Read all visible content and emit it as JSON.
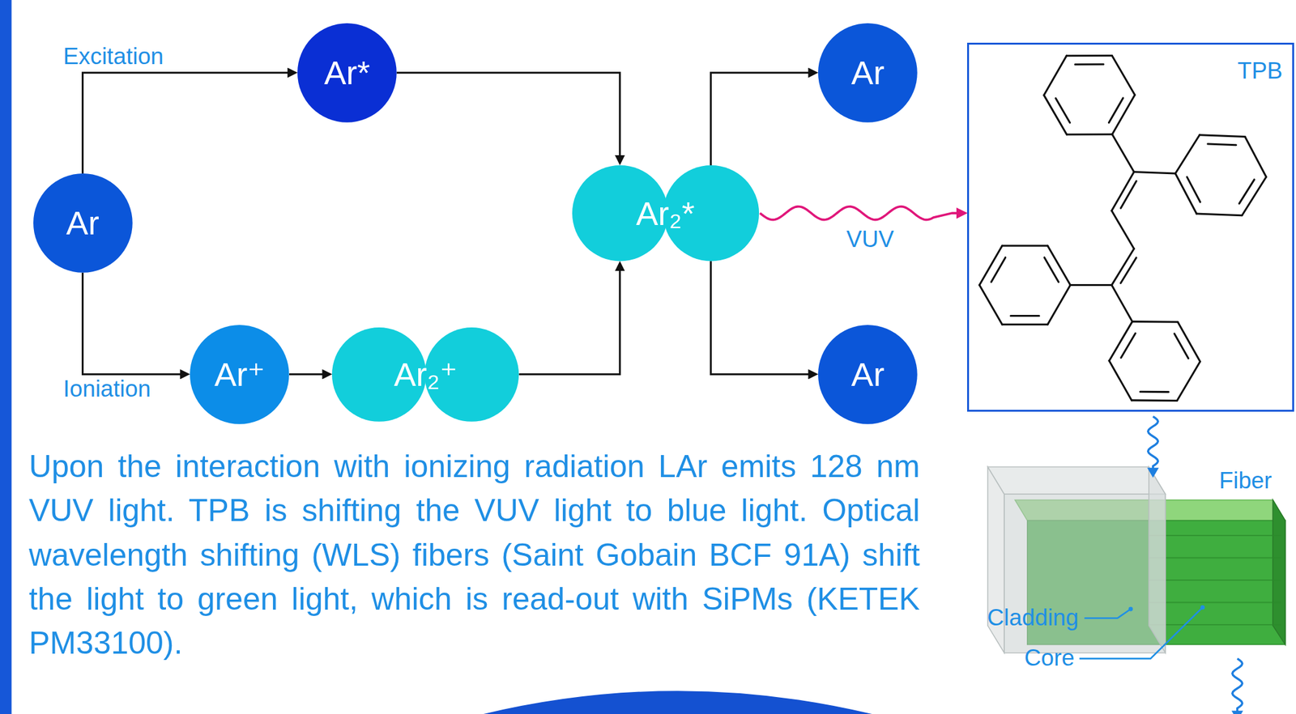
{
  "diagram": {
    "nodes": [
      {
        "text": [
          "Ar"
        ]
      },
      {
        "text": [
          "Ar*"
        ]
      },
      {
        "text": [
          "Ar⁺"
        ]
      },
      {
        "text": [
          "Ar₂⁺"
        ]
      },
      {
        "text": [
          "Ar₂*"
        ]
      },
      {
        "text": [
          "Ar"
        ]
      },
      {
        "text": [
          "Ar"
        ]
      },
      {
        "text": [
          "TPB"
        ]
      }
    ],
    "edges": [
      {
        "from": 0,
        "to": 1,
        "arrow": "to",
        "label": "Excitation"
      },
      {
        "from": 0,
        "to": 2,
        "arrow": "to",
        "label": "Ioniation"
      },
      {
        "from": 1,
        "to": 4,
        "arrow": "to"
      },
      {
        "from": 2,
        "to": 3,
        "arrow": "to"
      },
      {
        "from": 3,
        "to": 4,
        "arrow": "to"
      },
      {
        "from": 4,
        "to": 5,
        "arrow": "to"
      },
      {
        "from": 4,
        "to": 6,
        "arrow": "to"
      },
      {
        "from": 4,
        "to": 7,
        "arrow": "to",
        "label": "VUV"
      }
    ],
    "labels": [
      "Upon the interaction with ionizing radiation LAr emits 128 nm VUV light. TPB is shifting the VUV light to blue light. Optical wavelength shifting (WLS) fibers (Saint Gobain BCF 91A) shift the light to green light, which is read-out with SiPMs (KETEK PM33100).",
      "Fiber",
      "Cladding",
      "Core"
    ]
  }
}
